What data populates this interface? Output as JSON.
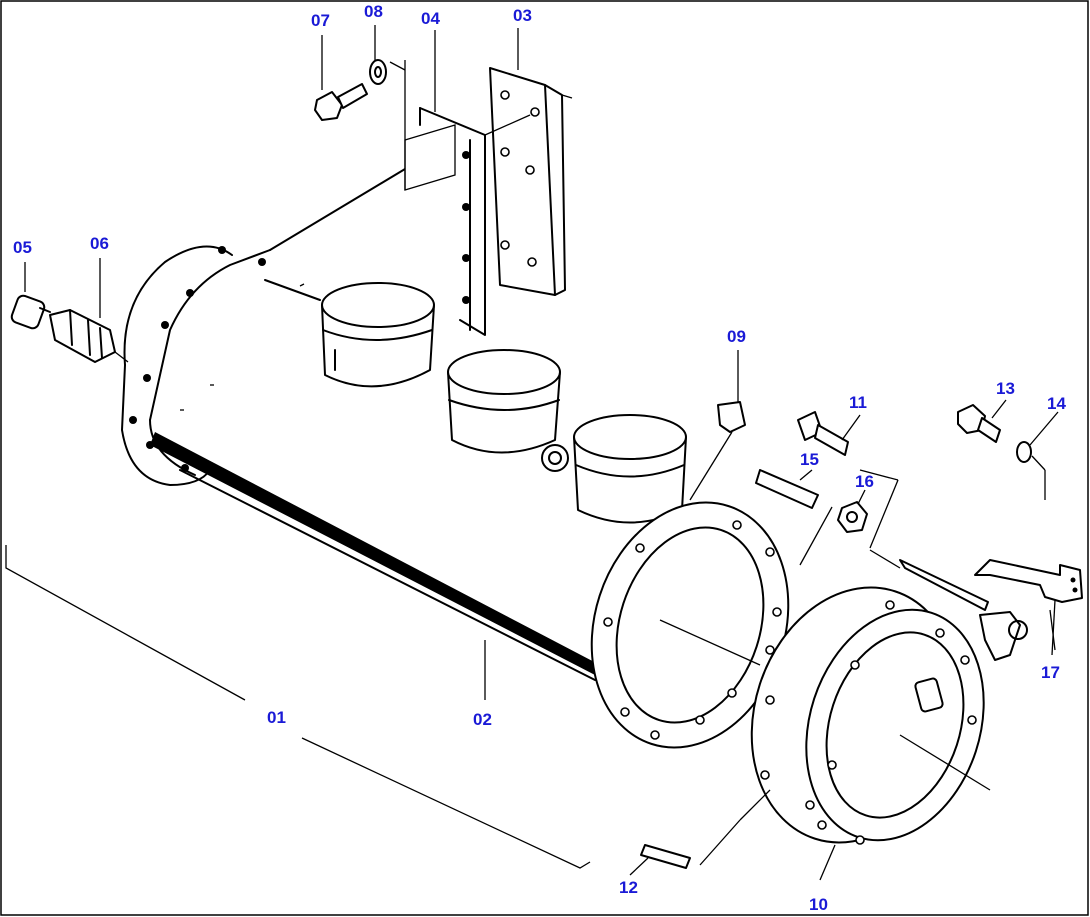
{
  "callouts": [
    {
      "id": "01",
      "label": "01"
    },
    {
      "id": "02",
      "label": "02"
    },
    {
      "id": "03",
      "label": "03"
    },
    {
      "id": "04",
      "label": "04"
    },
    {
      "id": "05",
      "label": "05"
    },
    {
      "id": "06",
      "label": "06"
    },
    {
      "id": "07",
      "label": "07"
    },
    {
      "id": "08",
      "label": "08"
    },
    {
      "id": "09",
      "label": "09"
    },
    {
      "id": "10",
      "label": "10"
    },
    {
      "id": "11",
      "label": "11"
    },
    {
      "id": "12",
      "label": "12"
    },
    {
      "id": "13",
      "label": "13"
    },
    {
      "id": "14",
      "label": "14"
    },
    {
      "id": "15",
      "label": "15"
    },
    {
      "id": "16",
      "label": "16"
    },
    {
      "id": "17",
      "label": "17"
    }
  ],
  "colors": {
    "callout": "#1a1ad6",
    "line": "#000000",
    "background": "#ffffff"
  }
}
